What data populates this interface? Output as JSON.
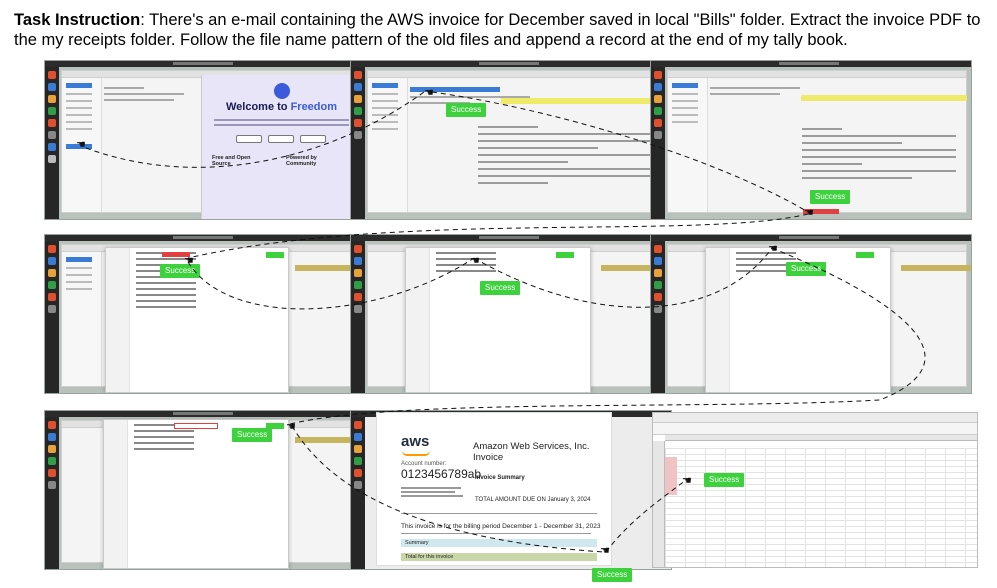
{
  "instruction": {
    "label": "Task Instruction",
    "text": ": There's an e-mail containing the AWS invoice for December saved in local \"Bills\" folder. Extract the invoice PDF to the my receipts folder. Follow the file name pattern of the old files and append a record at the end of my tally book."
  },
  "badge_text": "Success",
  "welcome": {
    "title_prefix": "Welcome to ",
    "title_brand": "Freedom",
    "col1": "Free and Open Source",
    "col2": "Powered by Community"
  },
  "invoice": {
    "logo": "aws",
    "title": "Amazon Web Services, Inc. Invoice",
    "account_label": "Account number:",
    "account_number": "0123456789ab",
    "summary_label": "Invoice Summary",
    "total_line": "TOTAL AMOUNT DUE ON January 3, 2024",
    "period": "This invoice is for the billing period December 1 - December 31, 2023",
    "section_summary": "Summary",
    "section_total": "Total for this invoice"
  },
  "colors": {
    "success_green": "#3ed13e",
    "selection_blue": "#3a7bd5",
    "aws_orange": "#ff9900",
    "highlight_yellow": "#f0ea6a"
  },
  "icons": [
    "cursor-pointer-icon",
    "dock-app-icon"
  ]
}
